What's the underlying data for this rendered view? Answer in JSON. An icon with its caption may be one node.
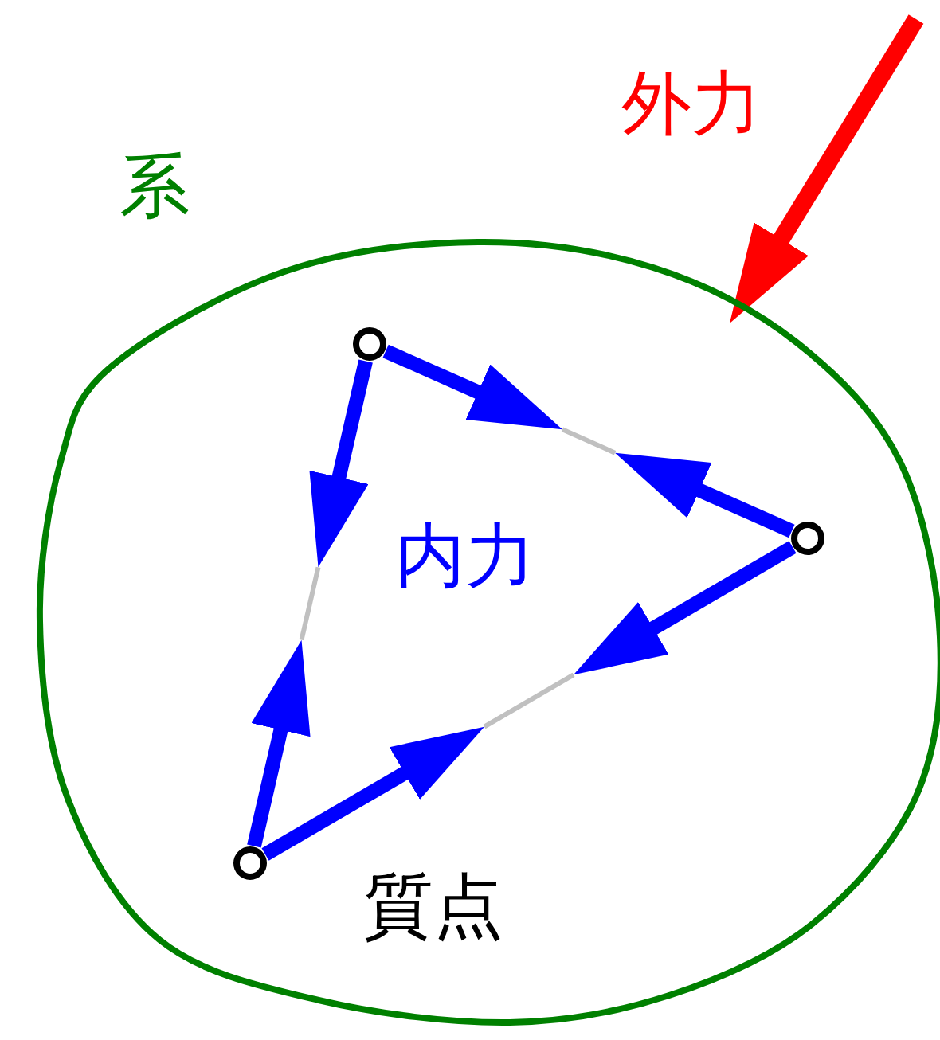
{
  "diagram": {
    "nodes": [
      {
        "text": [
          "系"
        ]
      },
      {
        "text": [],
        "shape": "circle",
        "in": 0
      },
      {
        "text": [],
        "shape": "circle",
        "in": 0
      },
      {
        "text": [],
        "shape": "circle",
        "in": 0
      }
    ],
    "edges": [
      {
        "from": 1,
        "to": null,
        "arrow": "to"
      },
      {
        "from": 2,
        "to": null,
        "arrow": "to"
      },
      {
        "from": 1,
        "to": null,
        "arrow": "to"
      },
      {
        "from": 3,
        "to": null,
        "arrow": "to"
      },
      {
        "from": 3,
        "to": null,
        "arrow": "to"
      },
      {
        "from": 2,
        "to": null,
        "arrow": "to"
      },
      {
        "from": null,
        "to": 0,
        "arrow": "to",
        "label": "外力",
        "color": "#ff0000"
      }
    ],
    "labels": [
      "内力",
      "質点"
    ]
  }
}
